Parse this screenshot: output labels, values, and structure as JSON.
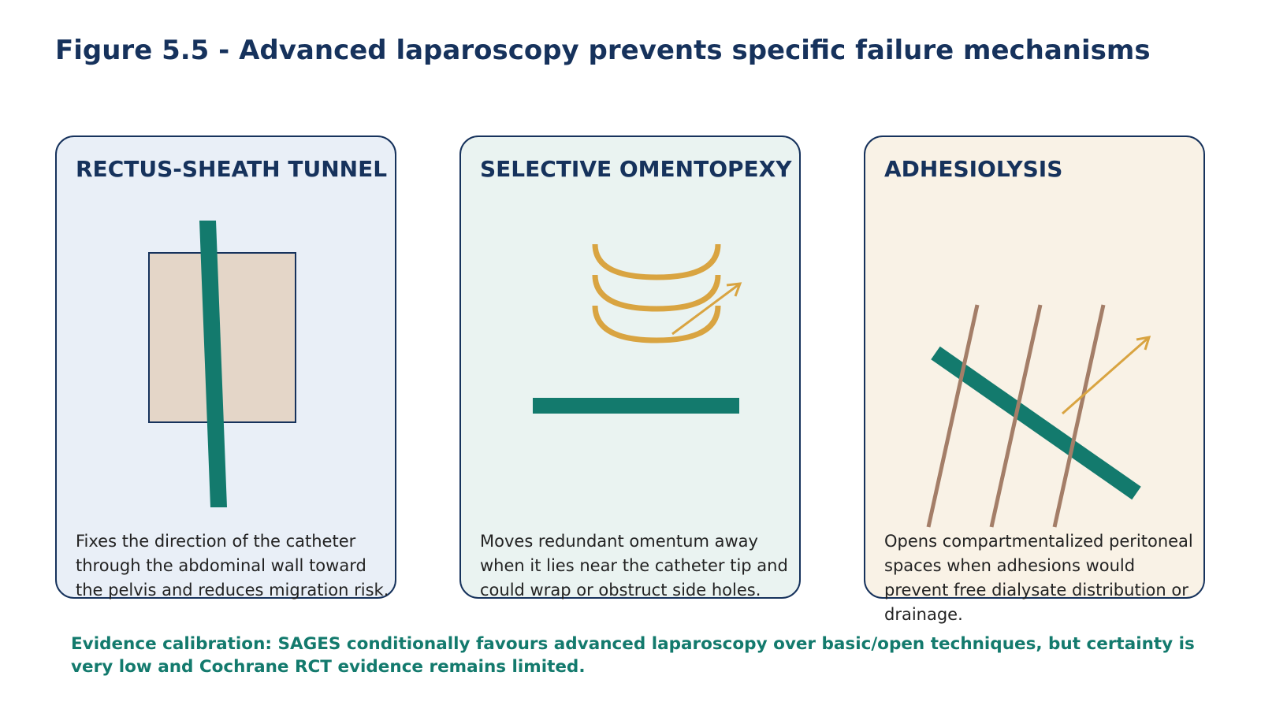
{
  "title": "Figure 5.5 - Advanced laparoscopy prevents specific failure mechanisms",
  "colors": {
    "navy": "#16325c",
    "teal": "#137a6d",
    "gold": "#d9a441",
    "tan": "#a47e68",
    "tissue": "#e4d6c8",
    "panel_blue": "#e9eff7",
    "panel_green": "#eaf3f1",
    "panel_cream": "#f9f2e6"
  },
  "panels": [
    {
      "title": "RECTUS-SHEATH TUNNEL",
      "description": "Fixes the direction of the catheter through the abdominal wall toward the pelvis and reduces migration risk.",
      "background": "#e9eff7",
      "icons": [
        "rectus-sheath-block",
        "catheter"
      ]
    },
    {
      "title": "SELECTIVE OMENTOPEXY",
      "description": "Moves redundant omentum away when it lies near the catheter tip and could wrap or obstruct side holes.",
      "background": "#eaf3f1",
      "icons": [
        "omentum-fold",
        "displacement-arrow",
        "catheter"
      ]
    },
    {
      "title": "ADHESIOLYSIS",
      "description": "Opens compartmentalized peritoneal spaces when adhesions would prevent free dialysate distribution or drainage.",
      "background": "#f9f2e6",
      "icons": [
        "adhesion-band",
        "catheter",
        "flow-arrow"
      ]
    }
  ],
  "footer": {
    "text": "Evidence calibration: SAGES conditionally favours advanced laparoscopy over basic/open techniques, but certainty is very low and Cochrane RCT evidence remains limited.",
    "color": "#137a6d"
  }
}
